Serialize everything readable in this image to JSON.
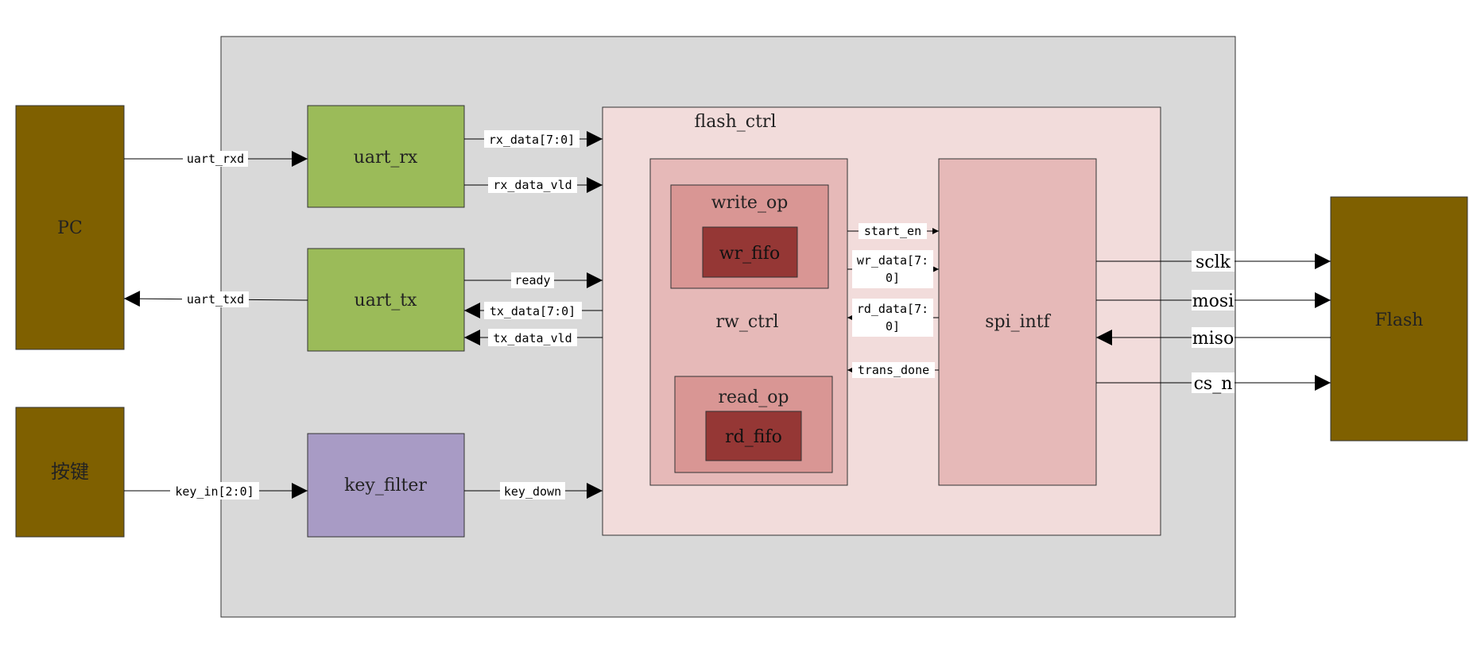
{
  "blocks": {
    "pc": "PC",
    "keys": "按键",
    "flash": "Flash",
    "uart_rx": "uart_rx",
    "uart_tx": "uart_tx",
    "key_filter": "key_filter",
    "flash_ctrl": "flash_ctrl",
    "rw_ctrl": "rw_ctrl",
    "write_op": "write_op",
    "wr_fifo": "wr_fifo",
    "read_op": "read_op",
    "rd_fifo": "rd_fifo",
    "spi_intf": "spi_intf"
  },
  "signals": {
    "uart_rxd": "uart_rxd",
    "uart_txd": "uart_txd",
    "key_in": "key_in[2:0]",
    "rx_data": "rx_data[7:0]",
    "rx_data_vld": "rx_data_vld",
    "ready": "ready",
    "tx_data": "tx_data[7:0]",
    "tx_data_vld": "tx_data_vld",
    "key_down": "key_down",
    "start_en": "start_en",
    "wr_data_1": "wr_data[7:",
    "wr_data_2": "0]",
    "rd_data_1": "rd_data[7:",
    "rd_data_2": "0]",
    "trans_done": "trans_done",
    "sclk": "sclk",
    "mosi": "mosi",
    "miso": "miso",
    "cs_n": "cs_n"
  },
  "colors": {
    "system_bg": "#d9d9d9",
    "external_block": "#7f6000",
    "uart_block": "#9bbb59",
    "key_filter_block": "#a89bc5",
    "flash_ctrl_bg": "#f2dcdb",
    "rw_ctrl_bg": "#e6b9b8",
    "op_block": "#d99694",
    "fifo_block": "#953735",
    "spi_intf_bg": "#e6b9b8"
  }
}
